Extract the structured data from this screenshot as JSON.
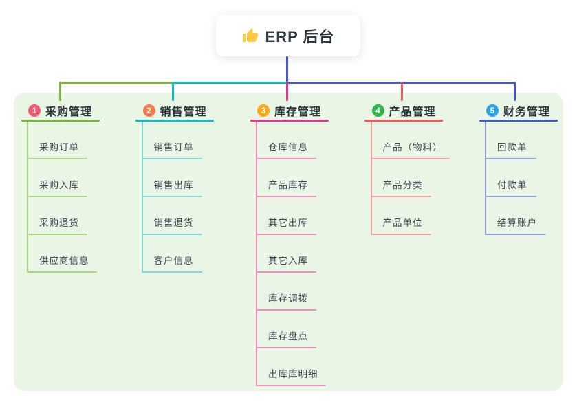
{
  "root": {
    "title": "ERP 后台",
    "icon": "thumbs-up",
    "icon_color": "#FFC83D"
  },
  "colors": {
    "page_background": "#FFFFFF",
    "panel_background": "#EAF6E5",
    "trunk": "#4356C6"
  },
  "branches": [
    {
      "number": "1",
      "label": "采购管理",
      "badge_color": "#F5576C",
      "line_color": "#7CB342",
      "child_line_color": "#A9D47E",
      "children": [
        "采购订单",
        "采购入库",
        "采购退货",
        "供应商信息"
      ]
    },
    {
      "number": "2",
      "label": "销售管理",
      "badge_color": "#FB7B4B",
      "line_color": "#12BEBE",
      "child_line_color": "#7FD9D9",
      "children": [
        "销售订单",
        "销售出库",
        "销售退货",
        "客户信息"
      ]
    },
    {
      "number": "3",
      "label": "库存管理",
      "badge_color": "#FBA919",
      "line_color": "#E0368C",
      "child_line_color": "#F08BBE",
      "children": [
        "仓库信息",
        "产品库存",
        "其它出库",
        "其它入库",
        "库存调拨",
        "库存盘点",
        "出库库明细"
      ]
    },
    {
      "number": "4",
      "label": "产品管理",
      "badge_color": "#2FB54A",
      "line_color": "#F5565E",
      "child_line_color": "#F89C9C",
      "children": [
        "产品（物料）",
        "产品分类",
        "产品单位"
      ]
    },
    {
      "number": "5",
      "label": "财务管理",
      "badge_color": "#2BA3E8",
      "line_color": "#4356C6",
      "child_line_color": "#8DA0DC",
      "children": [
        "回款单",
        "付款单",
        "结算账户"
      ]
    }
  ]
}
